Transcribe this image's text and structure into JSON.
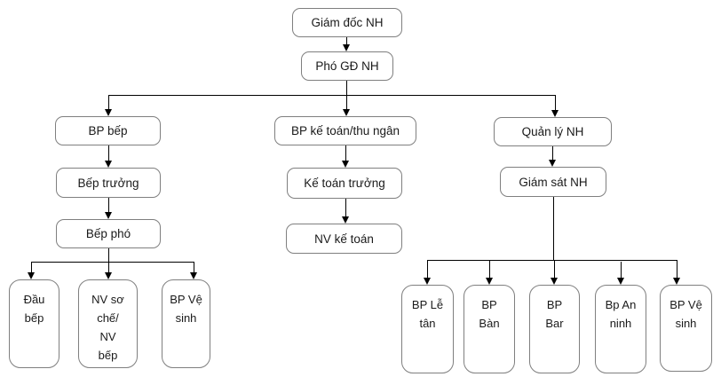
{
  "diagram": {
    "type": "org-chart",
    "nodes": {
      "giam_doc": {
        "label": "Giám đốc NH"
      },
      "pho_gd": {
        "label": "Phó GĐ NH"
      },
      "bp_bep": {
        "label": "BP bếp"
      },
      "bep_truong": {
        "label": "Bếp trưởng"
      },
      "bep_pho": {
        "label": "Bếp phó"
      },
      "dau_bep": {
        "label": "Đầu\nbếp"
      },
      "nv_so_che": {
        "label": "NV sơ\nchế/\nNV\nbếp"
      },
      "bp_ve_sinh_bep": {
        "label": "BP Vệ\nsinh"
      },
      "bp_ke_toan": {
        "label": "BP kế toán/thu ngân"
      },
      "ke_toan_truong": {
        "label": "Kế toán trưởng"
      },
      "nv_ke_toan": {
        "label": "NV kế toán"
      },
      "quan_ly": {
        "label": "Quản lý NH"
      },
      "giam_sat": {
        "label": "Giám sát NH"
      },
      "bp_le_tan": {
        "label": "BP Lễ\ntân"
      },
      "bp_ban": {
        "label": "BP\nBàn"
      },
      "bp_bar": {
        "label": "BP\nBar"
      },
      "bp_an_ninh": {
        "label": "Bp An\nninh"
      },
      "bp_ve_sinh_nh": {
        "label": "BP Vệ\nsinh"
      }
    },
    "edges": [
      [
        "giam_doc",
        "pho_gd"
      ],
      [
        "pho_gd",
        "bp_bep"
      ],
      [
        "pho_gd",
        "bp_ke_toan"
      ],
      [
        "pho_gd",
        "quan_ly"
      ],
      [
        "bp_bep",
        "bep_truong"
      ],
      [
        "bep_truong",
        "bep_pho"
      ],
      [
        "bep_pho",
        "dau_bep"
      ],
      [
        "bep_pho",
        "nv_so_che"
      ],
      [
        "bep_pho",
        "bp_ve_sinh_bep"
      ],
      [
        "bp_ke_toan",
        "ke_toan_truong"
      ],
      [
        "ke_toan_truong",
        "nv_ke_toan"
      ],
      [
        "quan_ly",
        "giam_sat"
      ],
      [
        "giam_sat",
        "bp_le_tan"
      ],
      [
        "giam_sat",
        "bp_ban"
      ],
      [
        "giam_sat",
        "bp_bar"
      ],
      [
        "giam_sat",
        "bp_an_ninh"
      ],
      [
        "giam_sat",
        "bp_ve_sinh_nh"
      ]
    ],
    "colors": {
      "box_border": "#7f7f7f",
      "box_fill": "#ffffff",
      "line": "#000000",
      "text": "#1a1a1a",
      "background": "#ffffff"
    }
  }
}
